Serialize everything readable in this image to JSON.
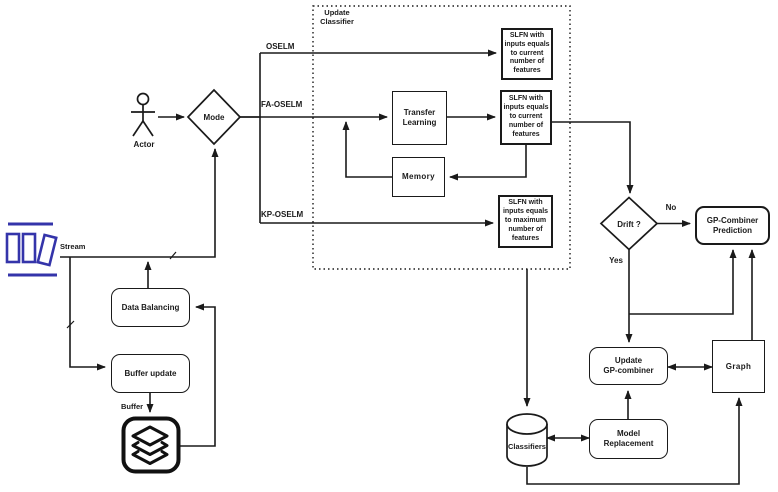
{
  "diagram": {
    "group_label": "Update\nClassifier",
    "branch_labels": {
      "oselm": "OSELM",
      "fa_oselm": "FA-OSELM",
      "kp_oselm": "KP-OSELM"
    },
    "decisions": {
      "mode": "Mode",
      "drift": "Drift ?"
    },
    "decision_answers": {
      "no": "No",
      "yes": "Yes"
    },
    "nodes": {
      "slfn_current_a": "SLFN with\ninputs equals\nto current\nnumber of\nfeatures",
      "slfn_current_b": "SLFN with\ninputs equals\nto current\nnumber of\nfeatures",
      "slfn_max": "SLFN with\ninputs equals\nto maximum\nnumber of\nfeatures",
      "transfer_learning": "Transfer\nLearning",
      "memory": "Memory",
      "gp_combiner_prediction": "GP-Combiner\nPrediction",
      "update_gp_combiner": "Update\nGP-combiner",
      "graph": "Graph",
      "model_replacement": "Model\nReplacement",
      "data_balancing": "Data Balancing",
      "buffer_update": "Buffer update"
    },
    "misc_labels": {
      "actor": "Actor",
      "stream": "Stream",
      "buffer": "Buffer",
      "classifiers": "Classifiers"
    },
    "colors": {
      "line": "#1a1a1a",
      "stream_icon": "#3434aa",
      "background": "#ffffff"
    }
  }
}
